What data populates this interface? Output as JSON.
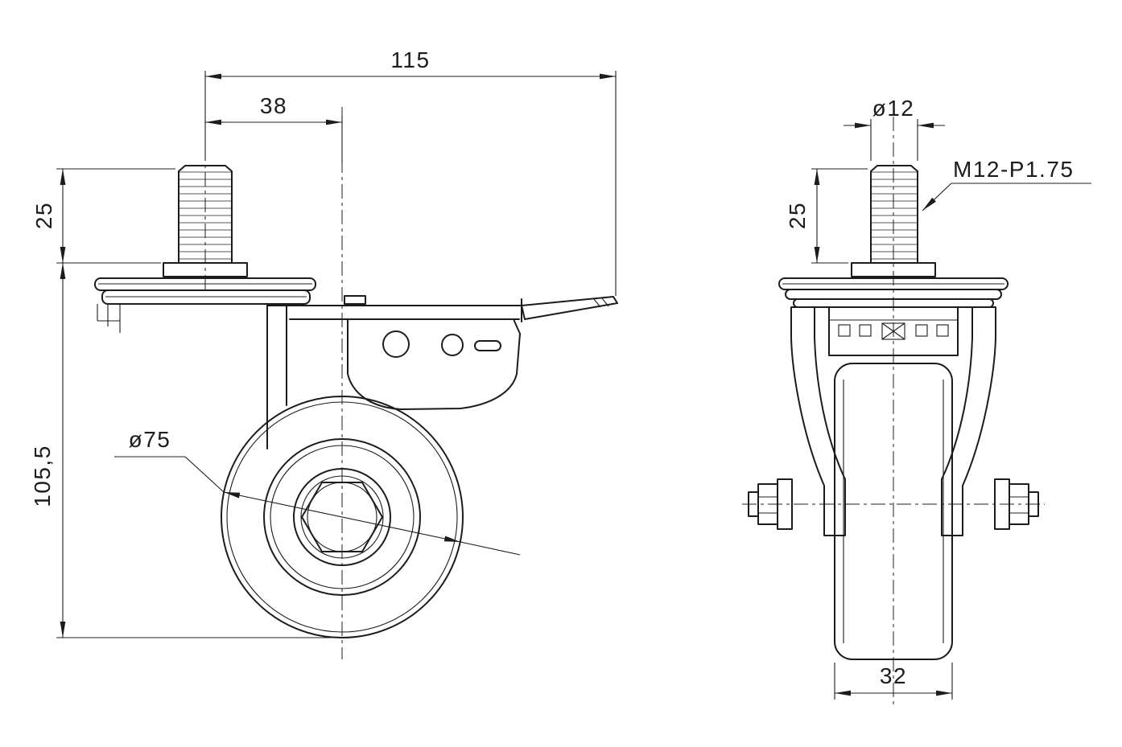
{
  "drawing": {
    "type": "technical-drawing",
    "part": "swivel caster with threaded stem and total-lock brake",
    "background": "#ffffff",
    "line_color": "#1c1c1c",
    "dims": {
      "overall_length": "115",
      "swivel_offset": "38",
      "stem_length_side": "25",
      "overall_height": "105,5",
      "wheel_diameter": "ø75",
      "stem_diameter": "ø12",
      "thread_spec": "M12-P1.75",
      "stem_length_front": "25",
      "wheel_width": "32"
    }
  }
}
